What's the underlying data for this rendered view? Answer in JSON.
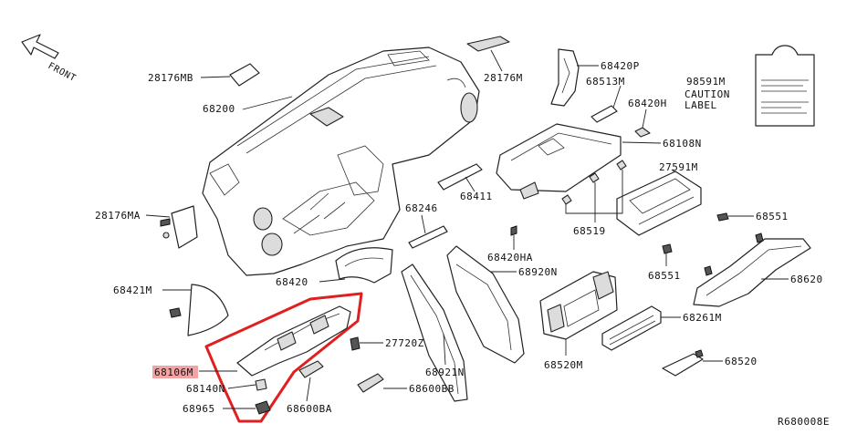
{
  "diagram": {
    "front_label": "FRONT",
    "reference_code": "R680008E",
    "highlight_color": "#e02020",
    "callout_color": "#f2a4a4",
    "caution_label": {
      "part_no": "98591M",
      "line1": "CAUTION",
      "line2": "LABEL"
    },
    "parts": {
      "p28176MB": "28176MB",
      "p68200": "68200",
      "p28176M": "28176M",
      "p68420P": "68420P",
      "p68513M": "68513M",
      "p68420H": "68420H",
      "p68108N": "68108N",
      "p27591M": "27591M",
      "p68411": "68411",
      "p28176MA": "28176MA",
      "p68246": "68246",
      "p68519": "68519",
      "p68551a": "68551",
      "p68420HA": "68420HA",
      "p68420": "68420",
      "p68920N": "68920N",
      "p68551b": "68551",
      "p68620": "68620",
      "p68421M": "68421M",
      "p68261M": "68261M",
      "p27720Z": "27720Z",
      "p68106M": "68106M",
      "p68921N": "68921N",
      "p68520M": "68520M",
      "p68520": "68520",
      "p68140N": "68140N",
      "p68600BB": "68600BB",
      "p68965": "68965",
      "p68600BA": "68600BA"
    }
  }
}
